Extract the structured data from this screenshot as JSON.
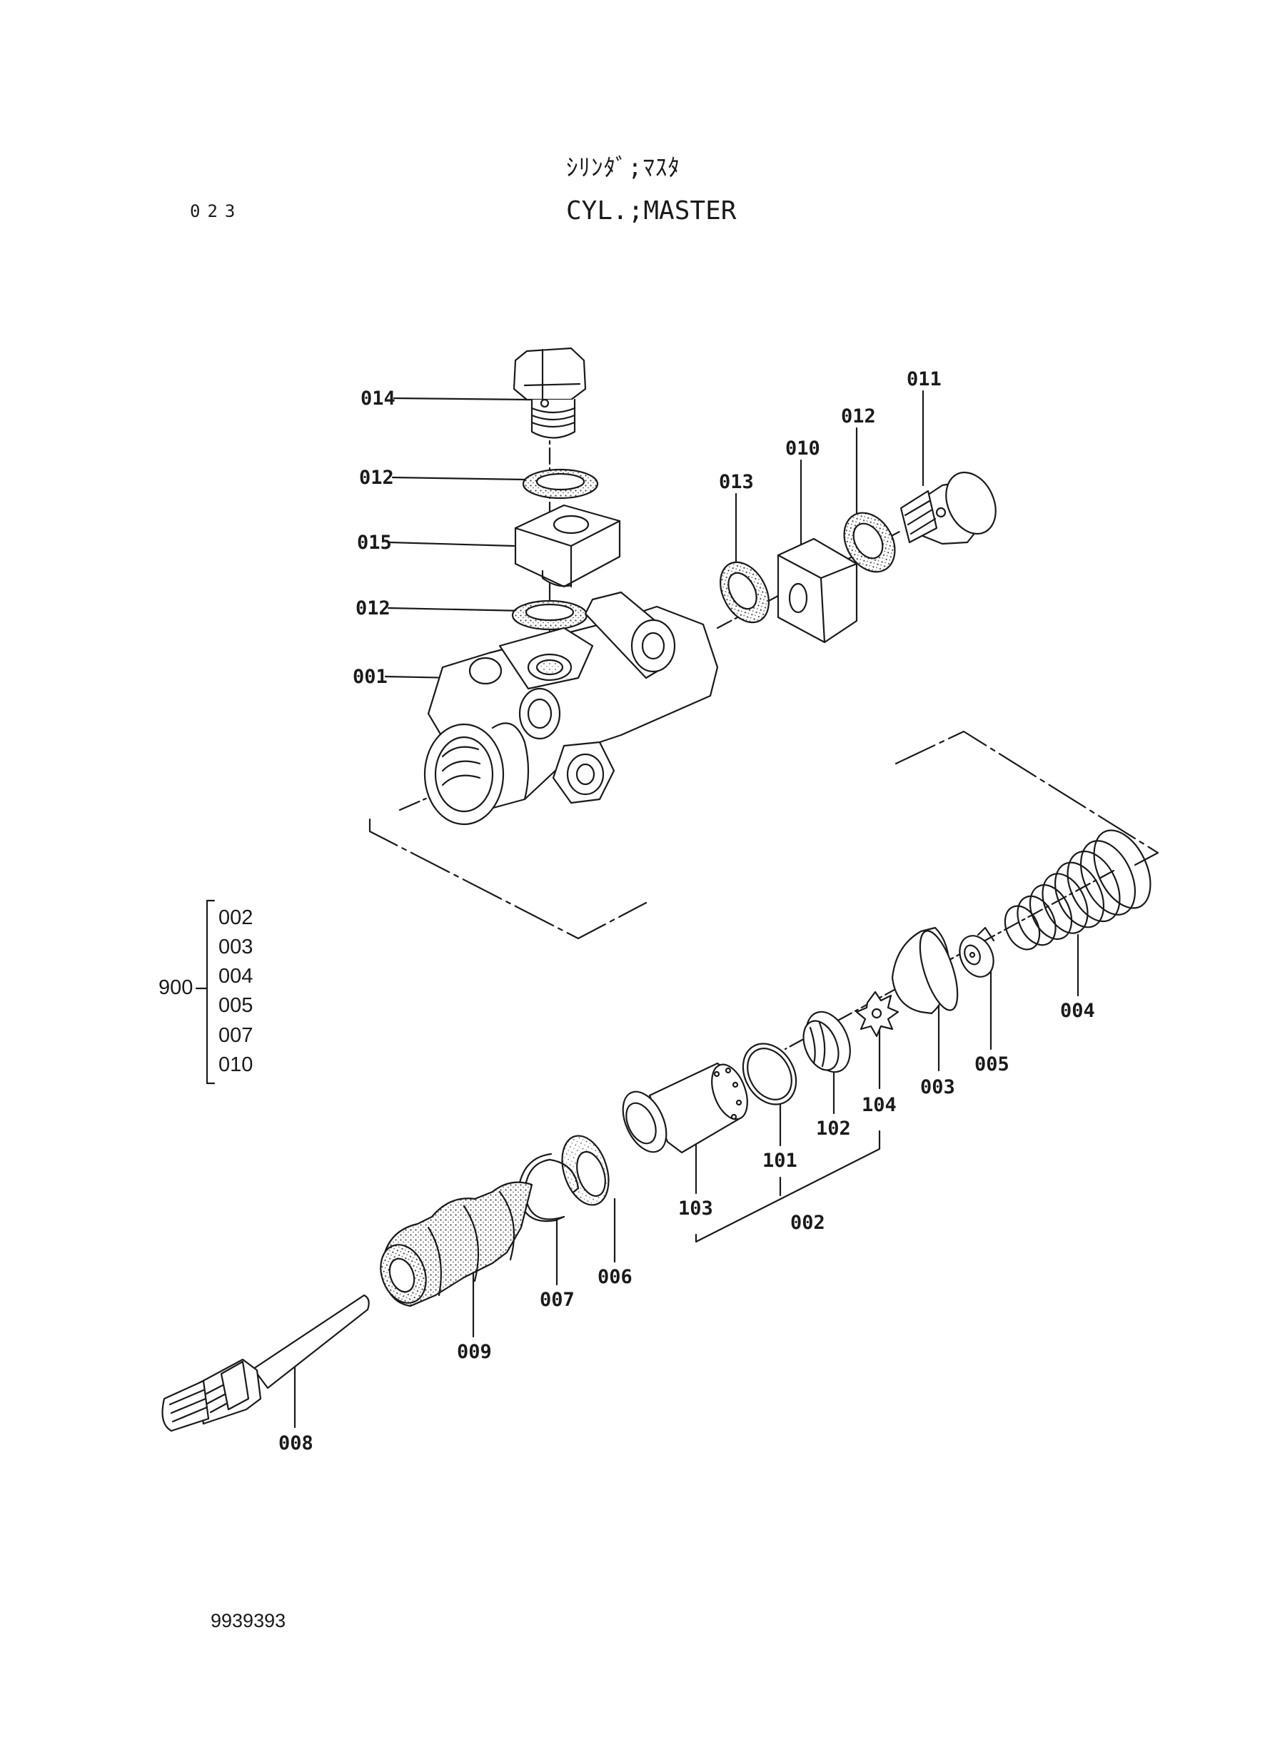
{
  "header": {
    "title_japanese": "ｼﾘﾝﾀﾞ;ﾏｽﾀ",
    "title_english": "CYL.;MASTER",
    "page_number": "023"
  },
  "footer": {
    "document_number": "9939393"
  },
  "kit_group": {
    "label": "900",
    "members": [
      "002",
      "003",
      "004",
      "005",
      "007",
      "010"
    ]
  },
  "callouts": [
    "014",
    "012",
    "015",
    "012",
    "001",
    "013",
    "010",
    "012",
    "011",
    "004",
    "005",
    "003",
    "104",
    "102",
    "101",
    "103",
    "002",
    "006",
    "007",
    "009",
    "008"
  ]
}
